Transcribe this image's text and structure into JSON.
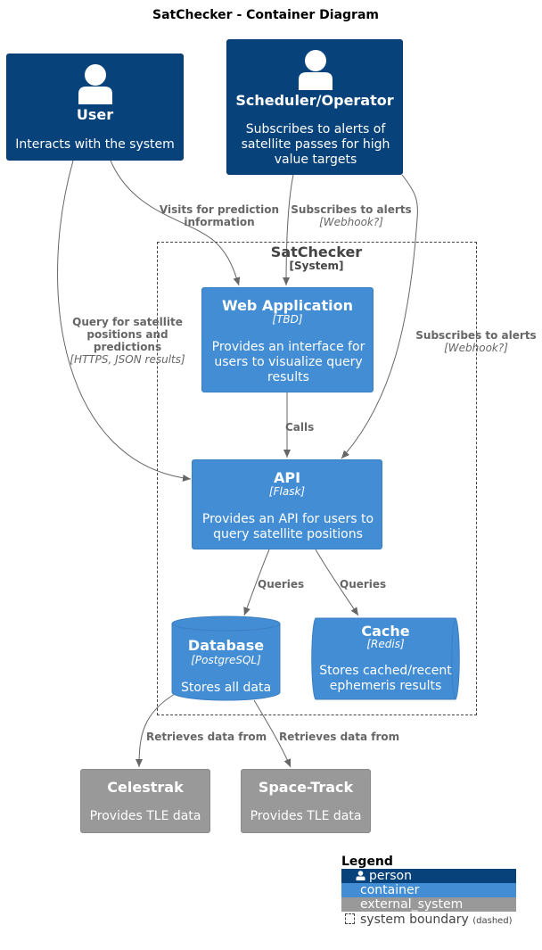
{
  "title": "SatChecker - Container Diagram",
  "boundary": {
    "name": "SatChecker",
    "type": "[System]"
  },
  "nodes": {
    "user": {
      "name": "User",
      "desc": "Interacts with the system"
    },
    "scheduler": {
      "name": "Scheduler/Operator",
      "desc": "Subscribes to alerts of satellite passes for high value targets"
    },
    "webapp": {
      "name": "Web Application",
      "tech": "[TBD]",
      "desc": "Provides an interface for users to visualize query results"
    },
    "api": {
      "name": "API",
      "tech": "[Flask]",
      "desc": "Provides an API for users to query satellite positions"
    },
    "database": {
      "name": "Database",
      "tech": "[PostgreSQL]",
      "desc": "Stores all data"
    },
    "cache": {
      "name": "Cache",
      "tech": "[Redis]",
      "desc": "Stores cached/recent ephemeris results"
    },
    "celestrak": {
      "name": "Celestrak",
      "desc": "Provides TLE data"
    },
    "spacetrack": {
      "name": "Space-Track",
      "desc": "Provides TLE data"
    }
  },
  "edges": {
    "visits": {
      "label": "Visits for prediction information"
    },
    "query": {
      "label": "Query for satellite positions and predictions",
      "tech": "[HTTPS, JSON results]"
    },
    "sub_web": {
      "label": "Subscribes to alerts",
      "tech": "[Webhook?]"
    },
    "sub_api": {
      "label": "Subscribes to alerts",
      "tech": "[Webhook?]"
    },
    "calls": {
      "label": "Calls"
    },
    "queries_db": {
      "label": "Queries"
    },
    "queries_cache": {
      "label": "Queries"
    },
    "retrieves1": {
      "label": "Retrieves data from"
    },
    "retrieves2": {
      "label": "Retrieves data from"
    }
  },
  "legend": {
    "title": "Legend",
    "person": "person",
    "container": "container",
    "external": "external_system",
    "boundary": "system boundary",
    "boundary_note": "(dashed)",
    "colors": {
      "person": "#08427B",
      "container": "#438DD5",
      "external": "#999999"
    }
  }
}
